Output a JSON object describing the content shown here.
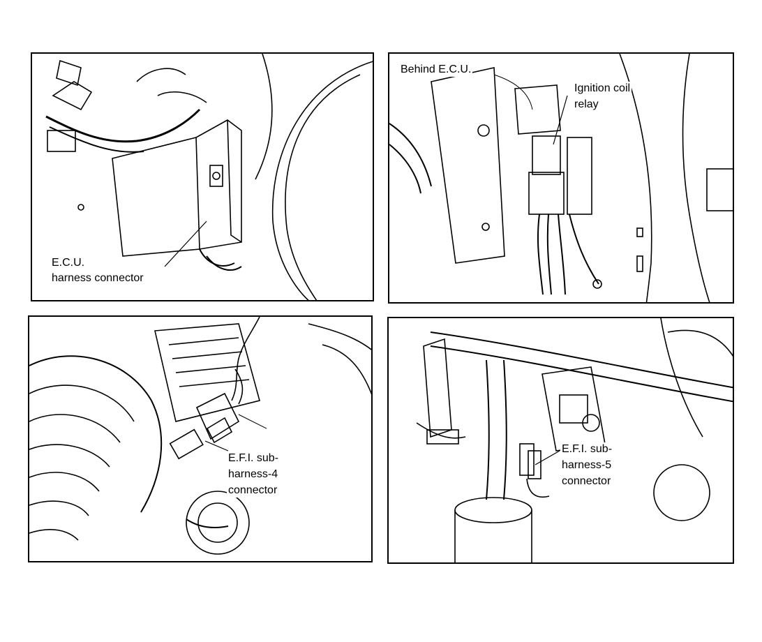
{
  "panels": [
    {
      "id": "ecu",
      "label_lines": [
        "E.C.U.",
        "harness connector"
      ]
    },
    {
      "id": "ignition",
      "header": "Behind E.C.U.",
      "label_lines": [
        "Ignition coil",
        "relay"
      ]
    },
    {
      "id": "efi4",
      "label_lines": [
        "E.F.I. sub-",
        "harness-4",
        "connector"
      ]
    },
    {
      "id": "efi5",
      "label_lines": [
        "E.F.I. sub-",
        "harness-5",
        "connector"
      ]
    }
  ]
}
